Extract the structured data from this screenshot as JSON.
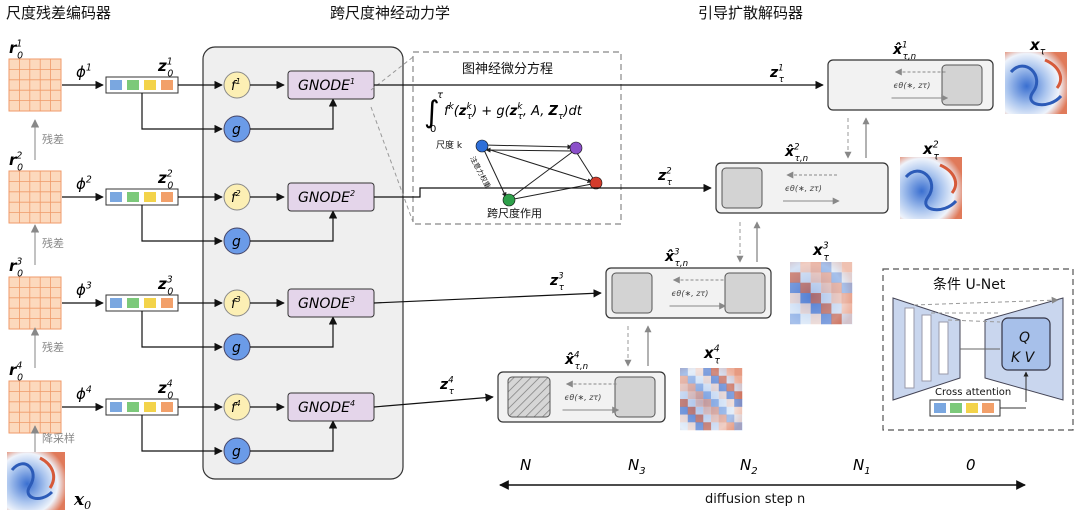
{
  "headers": {
    "encoder": "尺度残差编码器",
    "dynamics": "跨尺度神经动力学",
    "decoder": "引导扩散解码器"
  },
  "encoder": {
    "r_labels": [
      "r",
      "r",
      "r",
      "r"
    ],
    "r_sups": [
      "1",
      "2",
      "3",
      "4"
    ],
    "r_sub": "0",
    "phi": [
      "ϕ",
      "ϕ",
      "ϕ",
      "ϕ"
    ],
    "phi_sups": [
      "1",
      "2",
      "3",
      "4"
    ],
    "z_labels": [
      "z",
      "z",
      "z",
      "z"
    ],
    "z_sups": [
      "1",
      "2",
      "3",
      "4"
    ],
    "z_sub": "0",
    "residual_label": "残差",
    "downsample_label": "降采样",
    "x0_label": "x",
    "x0_sub": "0"
  },
  "dynamics": {
    "f_labels": [
      "f",
      "f",
      "f",
      "f"
    ],
    "f_sups": [
      "1",
      "2",
      "3",
      "4"
    ],
    "g_label": "g",
    "gnode_labels": [
      "GNODE",
      "GNODE",
      "GNODE",
      "GNODE"
    ],
    "gnode_sups": [
      "1",
      "2",
      "3",
      "4"
    ]
  },
  "ode_box": {
    "title": "图神经微分方程",
    "equation": "∫₀^τ f^k(z_τ^k) + g(z_τ^k, A, Z_τ) dt",
    "eq_int": "∫",
    "eq_upper": "τ",
    "eq_lower": "0",
    "eq_body": "f  (z  ) + g(z  , A, Z ) dt",
    "scale_label": "尺度 k",
    "attn_label": "注意力权重",
    "cross_label": "跨尺度作用",
    "node_colors": [
      "#2e6fd8",
      "#8b4fc9",
      "#d33b2b",
      "#2ea04a"
    ]
  },
  "decoder": {
    "zt_labels": [
      "z",
      "z",
      "z",
      "z"
    ],
    "zt_sups": [
      "1",
      "2",
      "3",
      "4"
    ],
    "zt_sub": "τ",
    "xhat_labels": [
      "x̂",
      "x̂",
      "x̂",
      "x̂"
    ],
    "xhat_sups": [
      "1",
      "2",
      "3",
      "4"
    ],
    "xhat_sub": "τ,n",
    "eps_label": "ϵθ(∗, zτ)",
    "xt_labels": [
      "x",
      "x",
      "x",
      "x"
    ],
    "xt_sups": [
      "",
      "2",
      "3",
      "4"
    ],
    "xt_sub": "τ"
  },
  "unet": {
    "title": "条件 U-Net",
    "q": "Q",
    "kv": "K V",
    "cross_attention": "Cross attention"
  },
  "diffusion_axis": {
    "ticks": [
      "N",
      "N",
      "N",
      "N",
      "0"
    ],
    "tick_subs": [
      "",
      "3",
      "2",
      "1",
      ""
    ],
    "label": "diffusion step n"
  },
  "colors": {
    "grid_fill": "#fcd9bd",
    "grid_line": "#ef9a6a",
    "f_fill": "#fcefb4",
    "g_fill": "#6b9be8",
    "gnode_fill": "#e4d5ea",
    "panel_fill": "#efefef",
    "vec_colors": [
      "#7aa7e0",
      "#7cc97a",
      "#f3d34a",
      "#f2a06a"
    ]
  }
}
